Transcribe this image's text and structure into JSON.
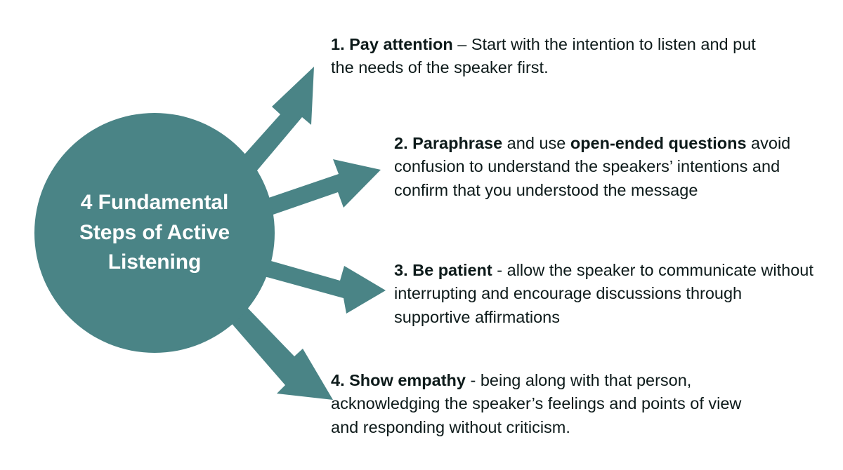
{
  "diagram": {
    "title": "4 Fundamental Steps of Active Listening",
    "background_color": "#ffffff",
    "accent_color": "#4a8486",
    "text_color": "#0d1a1a",
    "hub": {
      "label": "4 Fundamental\nSteps of Active\nListening",
      "line_1": "4 Fundamental",
      "line_2": "Steps of Active",
      "line_3": "Listening",
      "fill": "#4a8486",
      "text_color": "#ffffff"
    },
    "steps": [
      {
        "number": "1.",
        "lead": "1. Pay attention",
        "bold": "Pay attention",
        "body": " – Start with the intention to listen and put the needs of the speaker first.",
        "full": "1. Pay attention – Start with the intention to listen and put the needs of the speaker first.",
        "arrow": "arrow-up-right-steep"
      },
      {
        "number": "2.",
        "lead": "2. Paraphrase",
        "bold": "Paraphrase",
        "bold_2": "open-ended questions",
        "mid": " and use ",
        "body": " avoid confusion to understand the speakers’ intentions and confirm that you understood the message",
        "full": "2. Paraphrase and use open-ended questions avoid confusion to understand the speakers’ intentions and confirm that you understood the message",
        "arrow": "arrow-up-right-shallow"
      },
      {
        "number": "3.",
        "lead": "3. Be patient",
        "bold": "Be patient",
        "body": " - allow the speaker to communicate without interrupting and encourage discussions through supportive affirmations",
        "full": "3. Be patient - allow the speaker to communicate without interrupting and encourage discussions through supportive affirmations",
        "arrow": "arrow-down-right-shallow"
      },
      {
        "number": "4.",
        "lead": "4. Show empathy",
        "bold": "Show empathy",
        "body": " - being along with that person, acknowledging the speaker’s feelings and points of view and responding without criticism.",
        "full": "4. Show empathy - being along with that person, acknowledging the speaker’s feelings and points of view and responding without criticism.",
        "arrow": "arrow-down-right-steep"
      }
    ]
  }
}
